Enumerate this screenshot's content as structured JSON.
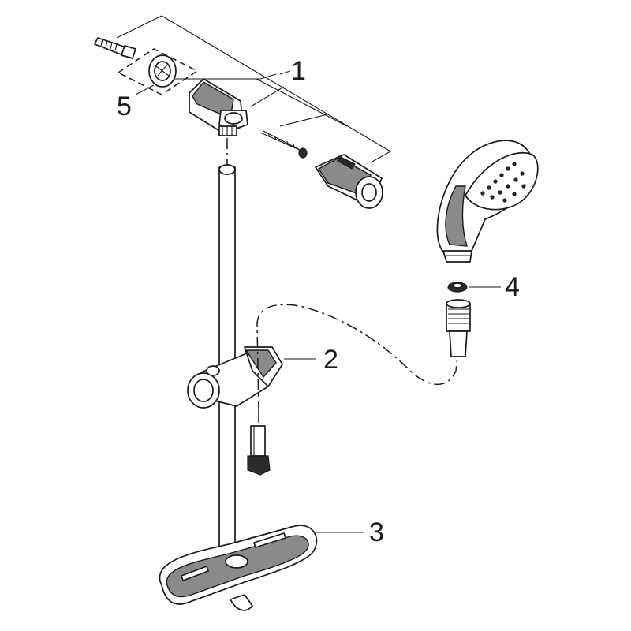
{
  "callouts": {
    "c1": "1",
    "c2": "2",
    "c3": "3",
    "c4": "4",
    "c5": "5"
  },
  "colors": {
    "line": "#1a1a1a",
    "shade": "#8a8a8a",
    "background": "#ffffff"
  }
}
